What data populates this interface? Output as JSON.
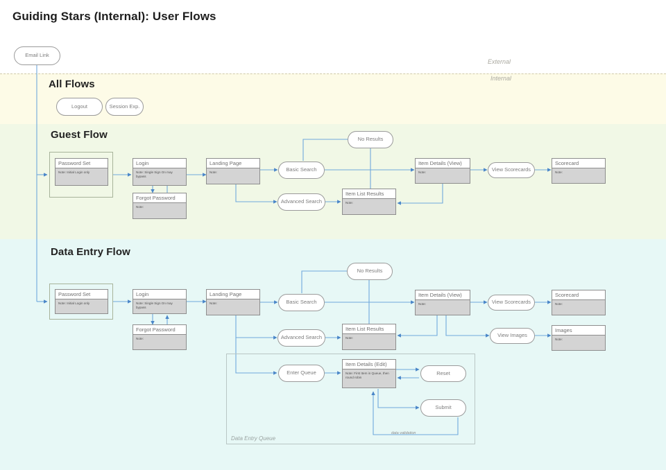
{
  "page": {
    "title": "Guiding Stars (Internal): User Flows"
  },
  "zones": {
    "external_label": "External",
    "internal_label": "Internal"
  },
  "colors": {
    "band_all_flows": "#fdfbe7",
    "band_guest_flow": "#f1f8e6",
    "band_data_entry_flow": "#e7f8f6",
    "edge": "#6fa8dc",
    "card_body": "#d4d4d4",
    "card_header": "#ffffff",
    "node_border": "#9a9a9a"
  },
  "external": {
    "email_link": "Email Link"
  },
  "sections": [
    {
      "id": "all-flows",
      "title": "All Flows"
    },
    {
      "id": "guest-flow",
      "title": "Guest Flow"
    },
    {
      "id": "data-entry-flow",
      "title": "Data Entry Flow"
    }
  ],
  "all_flows": {
    "nodes": [
      {
        "label": "Logout"
      },
      {
        "label": "Session Exp."
      }
    ]
  },
  "guest_flow": {
    "cards": [
      {
        "title": "Password Set",
        "note": "Note: Initial Login only"
      },
      {
        "title": "Login",
        "note": "Note: Single Sign On may bypass"
      },
      {
        "title": "Forgot Password",
        "note": "Note:"
      },
      {
        "title": "Landing Page",
        "note": "Note:"
      },
      {
        "title": "Item List Results",
        "note": "Note:"
      },
      {
        "title": "Item Details (View)",
        "note": "Note:"
      },
      {
        "title": "Scorecard",
        "note": "Note:"
      }
    ],
    "pills": [
      {
        "label": "Basic Search"
      },
      {
        "label": "Advanced Search"
      },
      {
        "label": "No Results"
      },
      {
        "label": "View Scorecards"
      }
    ]
  },
  "data_entry_flow": {
    "cards": [
      {
        "title": "Password Set",
        "note": "Note: Initial Login only"
      },
      {
        "title": "Login",
        "note": "Note: Single Sign On may bypass"
      },
      {
        "title": "Forgot Password",
        "note": "Note:"
      },
      {
        "title": "Landing Page",
        "note": "Note:"
      },
      {
        "title": "Item List Results",
        "note": "Note:"
      },
      {
        "title": "Item Details (View)",
        "note": "Note:"
      },
      {
        "title": "Scorecard",
        "note": "Note:"
      },
      {
        "title": "Images",
        "note": "Note:"
      },
      {
        "title": "Item Details (Edit)",
        "note": "Note: First Item in Queue, then round robin"
      }
    ],
    "pills": [
      {
        "label": "Basic Search"
      },
      {
        "label": "Advanced Search"
      },
      {
        "label": "No Results"
      },
      {
        "label": "View Scorecards"
      },
      {
        "label": "View Images"
      },
      {
        "label": "Enter Queue"
      },
      {
        "label": "Reset"
      },
      {
        "label": "Submit"
      }
    ],
    "queue_group": {
      "label": "Data Entry Queue",
      "edge_label": "data validation"
    }
  }
}
